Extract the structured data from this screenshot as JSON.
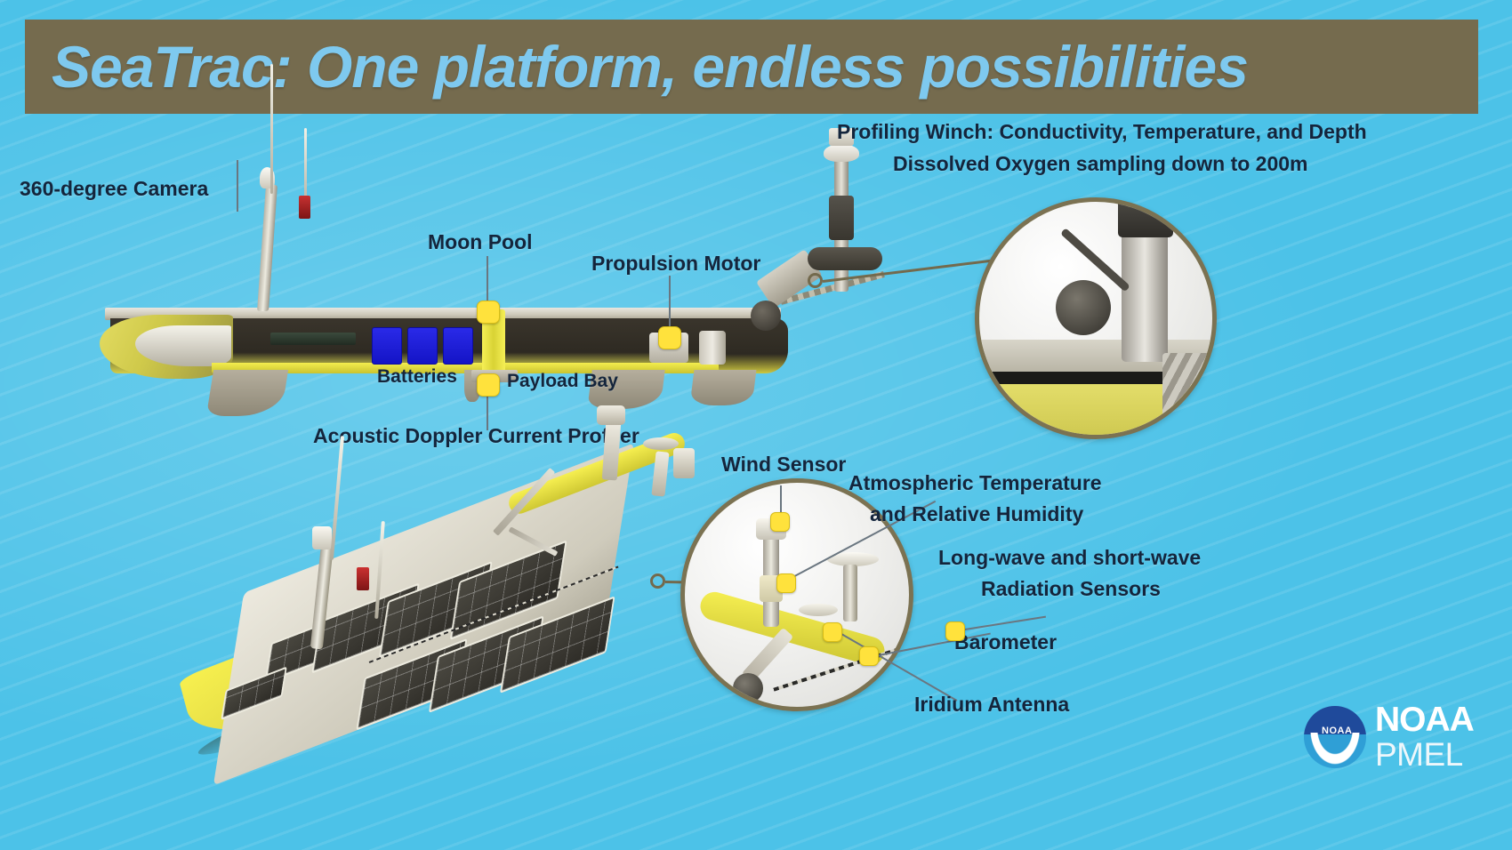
{
  "header": {
    "title": "SeaTrac: One platform, endless possibilities",
    "banner_color": "#756B4E",
    "title_color": "#7ec9ef"
  },
  "background": {
    "color": "#4cc2e8",
    "texture": "diagonal-stripes"
  },
  "annotations": {
    "camera": "360-degree Camera",
    "moon_pool": "Moon Pool",
    "propulsion_motor": "Propulsion Motor",
    "batteries": "Batteries",
    "payload_bay": "Payload Bay",
    "adcp": "Acoustic Doppler Current Profiler",
    "profiling_winch_line1": "Profiling Winch: Conductivity, Temperature, and Depth",
    "profiling_winch_line2": "Dissolved Oxygen sampling down to 200m",
    "wind_sensor": "Wind Sensor",
    "atmos_temp_line1": "Atmospheric Temperature",
    "atmos_temp_line2": "and Relative Humidity",
    "radiation_line1": "Long-wave and short-wave",
    "radiation_line2": "Radiation Sensors",
    "barometer": "Barometer",
    "iridium_antenna": "Iridium Antenna"
  },
  "logo": {
    "seal_text": "NOAA",
    "agency": "NOAA",
    "lab": "PMEL",
    "seal_dark_blue": "#1f4a9b",
    "seal_light_blue": "#2f9fd6"
  },
  "insets": {
    "winch_inset_name": "profiling-winch-photo",
    "sensor_inset_name": "sensor-suite-photo",
    "border_color": "#7b7252",
    "chip_color": "#ffe23c"
  },
  "label_color": "#14253c"
}
